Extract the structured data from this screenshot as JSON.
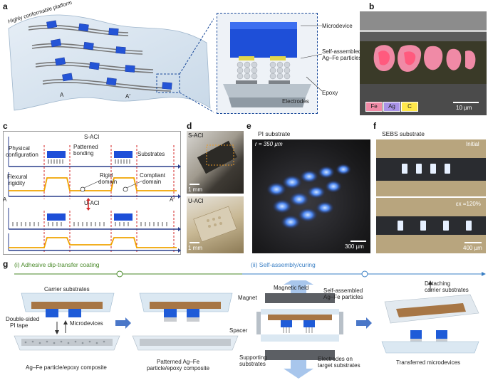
{
  "panel_letters": [
    "a",
    "b",
    "c",
    "d",
    "e",
    "f",
    "g"
  ],
  "panel_a": {
    "platform_label": "Highly conformable platform",
    "marker_A": "A",
    "marker_A_prime": "A′",
    "callouts": {
      "microdevice": "Microdevice",
      "particles_line1": "Self-assembled",
      "particles_line2": "Ag–Fe particles",
      "electrodes": "Electrodes",
      "epoxy": "Epoxy"
    }
  },
  "panel_b": {
    "legend": [
      "Fe",
      "Ag",
      "C"
    ],
    "legend_colors": [
      "#f08aa6",
      "#a993e8",
      "#ffe84a"
    ],
    "scale_bar": "10 µm"
  },
  "panel_c": {
    "s_aci_title": "S-ACI",
    "physical_configuration": [
      "Physical",
      "configuration"
    ],
    "patterned_bonding": [
      "Patterned",
      "bonding"
    ],
    "substrates": "Substrates",
    "flexural_rigidity": [
      "Flexural",
      "rigidity"
    ],
    "rigid_domain": [
      "Rigid",
      "domain"
    ],
    "compliant_domain": [
      "Compliant",
      "domain"
    ],
    "marker_A": "A",
    "marker_A_prime": "A′",
    "u_aci_title": "U-ACI"
  },
  "panel_d": {
    "s_aci": "S-ACI",
    "u_aci": "U-ACI",
    "scale_top": "1 mm",
    "scale_bottom": "1 mm"
  },
  "panel_e": {
    "title": "PI substrate",
    "radius": "r = 350 µm",
    "scale": "300 µm"
  },
  "panel_f": {
    "title": "SEBS substrate",
    "top_label": "Initial",
    "bottom_label": "εx =120%",
    "scale": "400 µm"
  },
  "panel_g": {
    "step1": "(i) Adhesive dip-transfer coating",
    "step2": "(ii) Self-assembly/curing",
    "step1_color": "#4a8a2a",
    "step2_color": "#3a7fc4",
    "carrier_substrates": "Carrier substrates",
    "double_sided": [
      "Double-sided",
      "PI tape"
    ],
    "microdevices": "Microdevices",
    "composite": "Ag–Fe particle/epoxy composite",
    "patterned_composite": [
      "Patterned Ag–Fe",
      "particle/epoxy composite"
    ],
    "magnet": "Magnet",
    "magnetic_field": "Magnetic field",
    "self_assembled": [
      "Self-assembled",
      "Ag–Fe particles"
    ],
    "spacer": "Spacer",
    "supporting_substrates": [
      "Supporting",
      "substrates"
    ],
    "electrodes_target": [
      "Electrodes on",
      "target substrates"
    ],
    "detaching": [
      "Detaching",
      "carrier substrates"
    ],
    "transferred": "Transferred microdevices"
  }
}
